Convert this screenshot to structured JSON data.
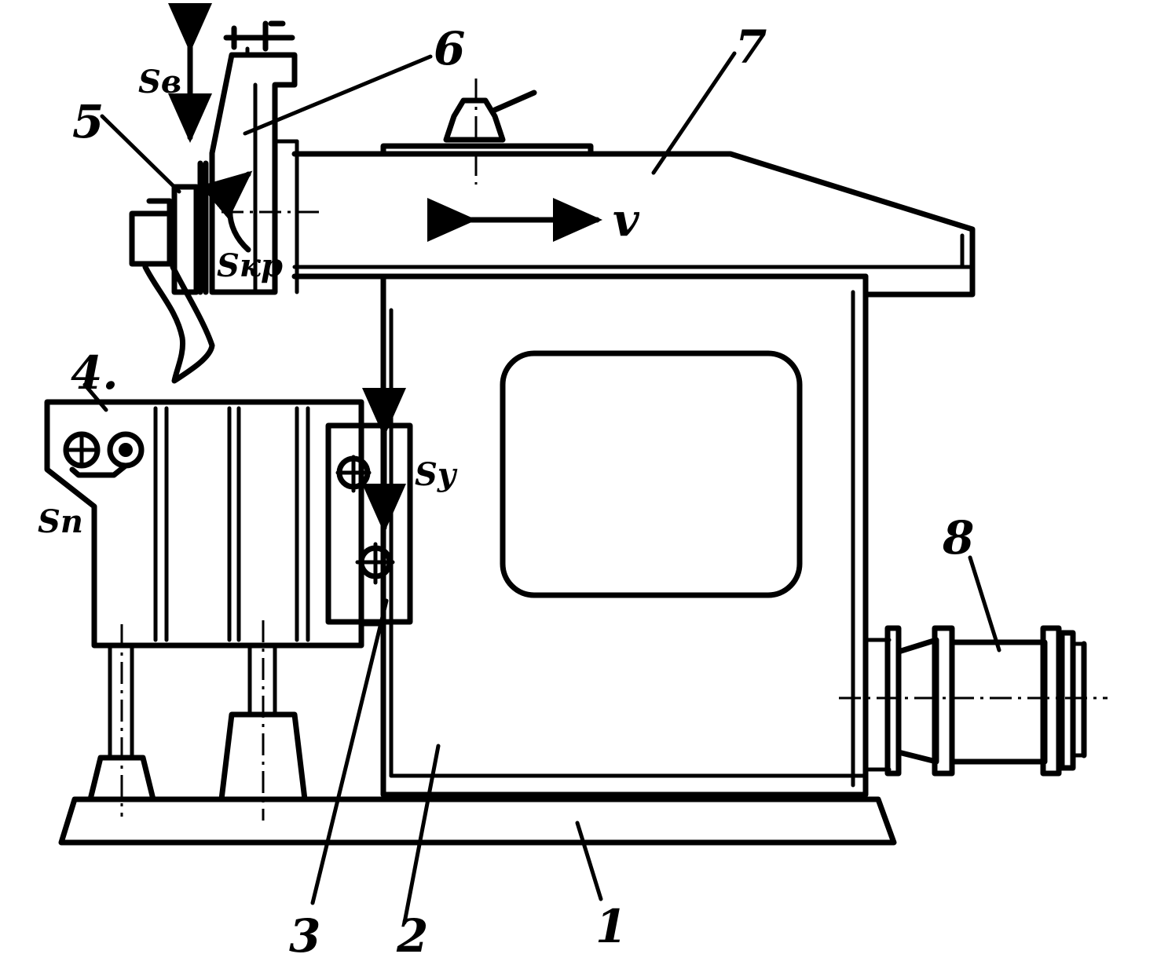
{
  "part_labels": {
    "p1": "1",
    "p2": "2",
    "p3": "3",
    "p4": "4.",
    "p5": "5",
    "p6": "6",
    "p7": "7",
    "p8": "8"
  },
  "motion_labels": {
    "v": "v",
    "s_vertical": "Sв",
    "s_circular": "Sкр",
    "s_cross": "Sп",
    "s_y": "Sy"
  }
}
